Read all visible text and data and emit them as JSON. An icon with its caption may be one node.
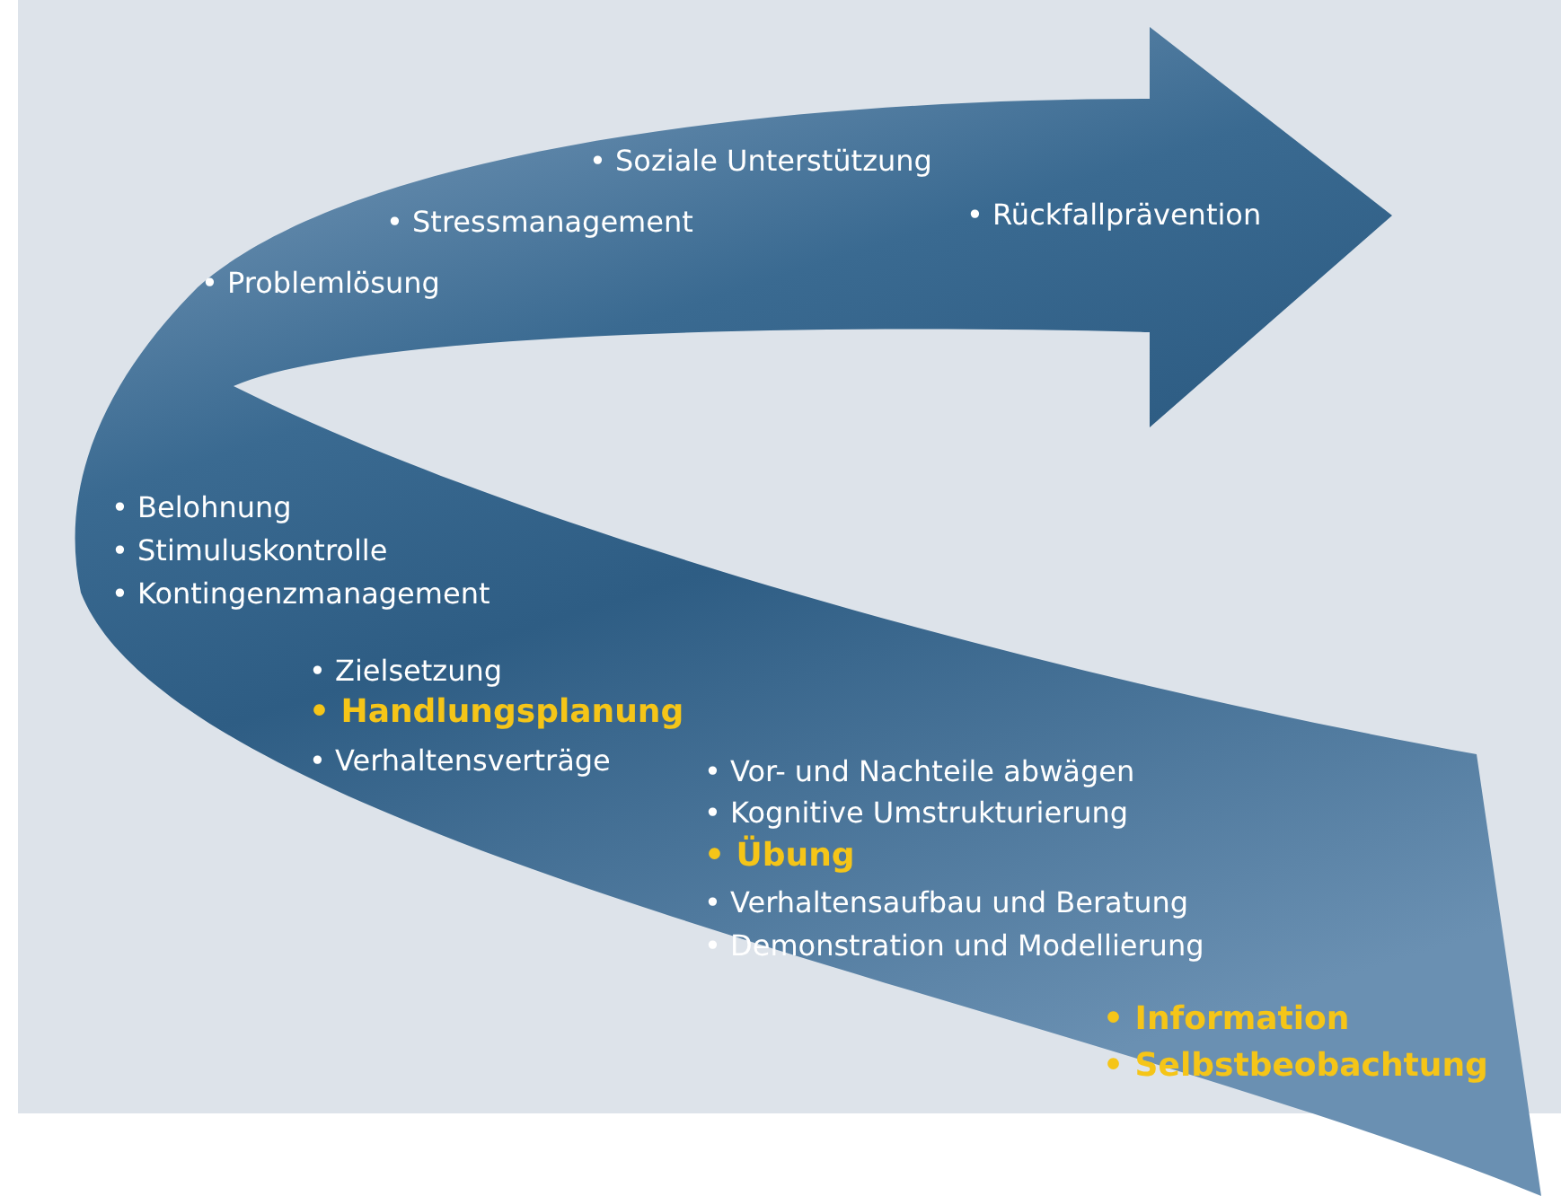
{
  "diagram": {
    "labels": [
      "• Soziale Unterstützung",
      "• Rückfallprävention",
      "• Stressmanagement",
      "• Problemlösung",
      "• Belohnung",
      "• Stimuluskontrolle",
      "• Kontingenzmanagement",
      "• Zielsetzung",
      "• Handlungsplanung",
      "• Verhaltensverträge",
      "• Vor- und Nachteile abwägen",
      "• Kognitive Umstrukturierung",
      "• Übung",
      "• Verhaltensaufbau und Beratung",
      "• Demonstration und Modellierung",
      "• Information",
      "• Selbstbeobachtung"
    ]
  }
}
